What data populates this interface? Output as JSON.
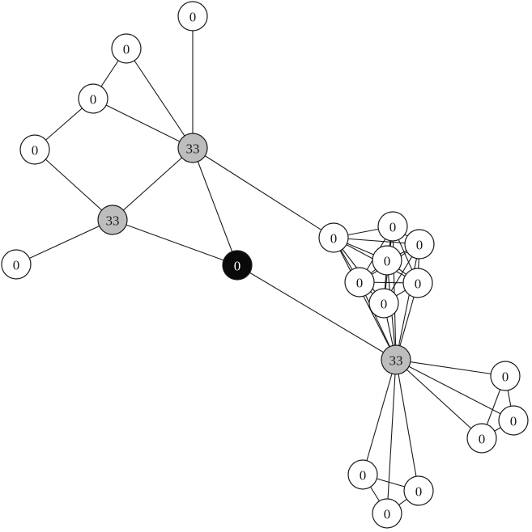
{
  "graph": {
    "node_styles": {
      "default": {
        "fill": "#ffffff",
        "text": "#1a1a1a"
      },
      "hub": {
        "fill": "#bdbdbd",
        "text": "#1a1a1a"
      },
      "source": {
        "fill": "#0a0a0a",
        "text": "#ffffff"
      }
    },
    "nodes": [
      {
        "id": "n_top",
        "label": "0",
        "style": "default"
      },
      {
        "id": "n_a",
        "label": "0",
        "style": "default"
      },
      {
        "id": "n_b",
        "label": "0",
        "style": "default"
      },
      {
        "id": "n_c",
        "label": "0",
        "style": "default"
      },
      {
        "id": "h1",
        "label": "33",
        "style": "hub"
      },
      {
        "id": "h2",
        "label": "33",
        "style": "hub"
      },
      {
        "id": "n_left",
        "label": "0",
        "style": "default"
      },
      {
        "id": "src",
        "label": "0",
        "style": "source"
      },
      {
        "id": "c1",
        "label": "0",
        "style": "default"
      },
      {
        "id": "c2",
        "label": "0",
        "style": "default"
      },
      {
        "id": "c3",
        "label": "0",
        "style": "default"
      },
      {
        "id": "c4",
        "label": "0",
        "style": "default"
      },
      {
        "id": "c5",
        "label": "0",
        "style": "default"
      },
      {
        "id": "c6",
        "label": "0",
        "style": "default"
      },
      {
        "id": "c7",
        "label": "0",
        "style": "default"
      },
      {
        "id": "h3",
        "label": "33",
        "style": "hub"
      },
      {
        "id": "r1",
        "label": "0",
        "style": "default"
      },
      {
        "id": "r2",
        "label": "0",
        "style": "default"
      },
      {
        "id": "r3",
        "label": "0",
        "style": "default"
      },
      {
        "id": "b1",
        "label": "0",
        "style": "default"
      },
      {
        "id": "b2",
        "label": "0",
        "style": "default"
      },
      {
        "id": "b3",
        "label": "0",
        "style": "default"
      }
    ],
    "edges": [
      [
        "n_top",
        "h1"
      ],
      [
        "n_a",
        "n_b"
      ],
      [
        "n_a",
        "h1"
      ],
      [
        "n_b",
        "n_c"
      ],
      [
        "n_b",
        "h1"
      ],
      [
        "n_c",
        "h2"
      ],
      [
        "h1",
        "h2"
      ],
      [
        "h1",
        "src"
      ],
      [
        "h1",
        "c1"
      ],
      [
        "h2",
        "n_left"
      ],
      [
        "h2",
        "src"
      ],
      [
        "src",
        "h3"
      ],
      [
        "c1",
        "c2"
      ],
      [
        "c1",
        "c3"
      ],
      [
        "c1",
        "c4"
      ],
      [
        "c1",
        "c5"
      ],
      [
        "c1",
        "c6"
      ],
      [
        "c1",
        "c7"
      ],
      [
        "c1",
        "h3"
      ],
      [
        "c2",
        "c3"
      ],
      [
        "c2",
        "c4"
      ],
      [
        "c2",
        "c5"
      ],
      [
        "c2",
        "c6"
      ],
      [
        "c2",
        "c7"
      ],
      [
        "c2",
        "h3"
      ],
      [
        "c3",
        "c4"
      ],
      [
        "c3",
        "c5"
      ],
      [
        "c3",
        "c6"
      ],
      [
        "c3",
        "c7"
      ],
      [
        "c3",
        "h3"
      ],
      [
        "c4",
        "c5"
      ],
      [
        "c4",
        "c6"
      ],
      [
        "c4",
        "c7"
      ],
      [
        "c4",
        "h3"
      ],
      [
        "c5",
        "c6"
      ],
      [
        "c5",
        "c7"
      ],
      [
        "c5",
        "h3"
      ],
      [
        "c6",
        "c7"
      ],
      [
        "c6",
        "h3"
      ],
      [
        "c7",
        "h3"
      ],
      [
        "h3",
        "r1"
      ],
      [
        "h3",
        "r2"
      ],
      [
        "h3",
        "r3"
      ],
      [
        "r1",
        "r2"
      ],
      [
        "r2",
        "r3"
      ],
      [
        "r1",
        "r3"
      ],
      [
        "h3",
        "b1"
      ],
      [
        "h3",
        "b2"
      ],
      [
        "h3",
        "b3"
      ],
      [
        "b1",
        "b2"
      ],
      [
        "b2",
        "b3"
      ],
      [
        "b1",
        "b3"
      ]
    ]
  }
}
